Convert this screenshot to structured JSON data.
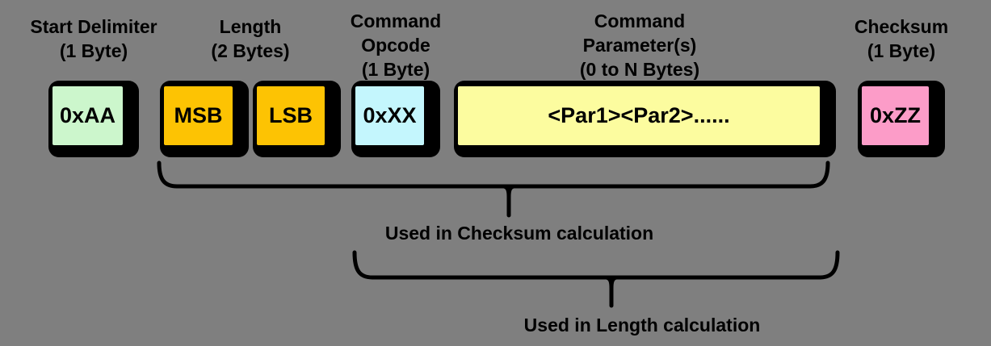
{
  "colors": {
    "background": "#7f7f7f",
    "outline": "#000000",
    "start_delimiter_fill": "#ccf6cc",
    "length_fill": "#fdc303",
    "opcode_fill": "#c4f6fd",
    "parameters_fill": "#fcfc9f",
    "checksum_fill": "#fc9cc8"
  },
  "headers": {
    "start_delimiter": "Start Delimiter\n(1 Byte)",
    "length": "Length\n(2 Bytes)",
    "opcode": "Command\nOpcode\n(1 Byte)",
    "parameters": "Command\nParameter(s)\n(0 to N Bytes)",
    "checksum": "Checksum\n(1 Byte)"
  },
  "boxes": [
    {
      "field": "start-delimiter",
      "value": "0xAA",
      "color": "#ccf6cc"
    },
    {
      "field": "length-msb",
      "value": "MSB",
      "color": "#fdc303"
    },
    {
      "field": "length-lsb",
      "value": "LSB",
      "color": "#fdc303"
    },
    {
      "field": "command-opcode",
      "value": "0xXX",
      "color": "#c4f6fd"
    },
    {
      "field": "command-parameters",
      "value": "<Par1><Par2>......",
      "color": "#fcfc9f"
    },
    {
      "field": "checksum",
      "value": "0xZZ",
      "color": "#fc9cc8"
    }
  ],
  "annotations": {
    "checksum_note": "Used in Checksum calculation",
    "length_note": "Used in Length calculation"
  }
}
